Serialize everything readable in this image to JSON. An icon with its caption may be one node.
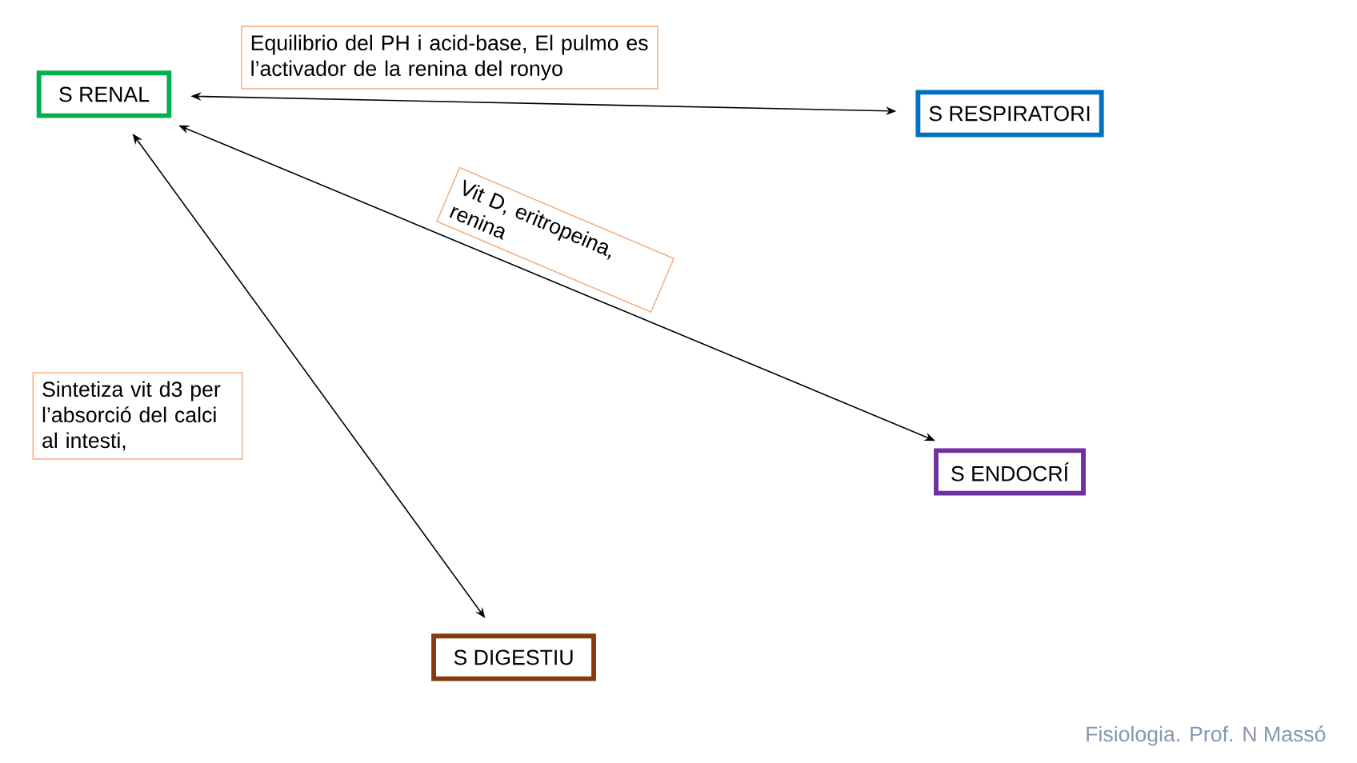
{
  "diagram": {
    "nodes": [
      {
        "text": [
          "S RENAL"
        ]
      },
      {
        "text": [
          "S RESPIRATORI"
        ]
      },
      {
        "text": [
          "S ENDOCRÍ"
        ]
      },
      {
        "text": [
          "S DIGESTIU"
        ]
      }
    ],
    "edges": [
      {
        "from": 0,
        "to": 1,
        "arrow": "both",
        "label": "Equilibrio del PH i acid-base, El pulmo es l’activador de la renina del ronyo"
      },
      {
        "from": 0,
        "to": 2,
        "arrow": "both",
        "label": "Vit D, eritropeina, renina"
      },
      {
        "from": 0,
        "to": 3,
        "arrow": "both",
        "label": "Sintetiza vit d3 per l’absorció del calci al intesti,"
      }
    ],
    "labels": [
      "Fisiologia. Prof. N Massó"
    ]
  }
}
